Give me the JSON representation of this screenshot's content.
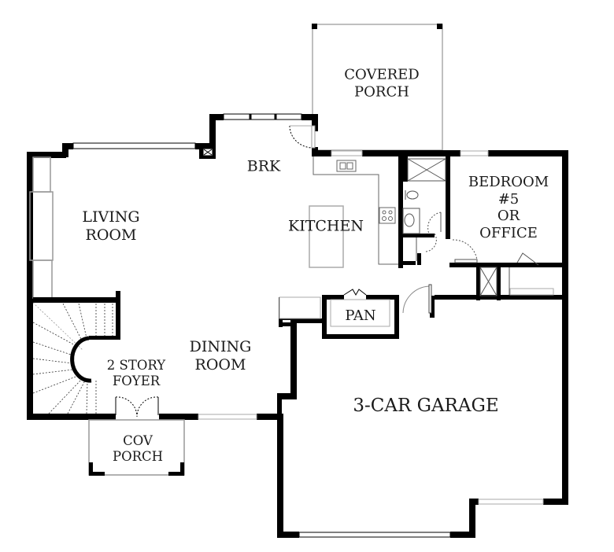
{
  "plan": {
    "type": "floor-plan",
    "level": "main floor",
    "wall_color": "#000000",
    "thin_line_color": "#9a9a9a",
    "background": "#ffffff"
  },
  "rooms": {
    "covered_porch": {
      "line1": "COVERED",
      "line2": "PORCH"
    },
    "brk": {
      "line1": "BRK"
    },
    "living_room": {
      "line1": "LIVING",
      "line2": "ROOM"
    },
    "kitchen": {
      "line1": "KITCHEN"
    },
    "bedroom5": {
      "line1": "BEDROOM",
      "line2": "#5",
      "line3": "OR",
      "line4": "OFFICE"
    },
    "pantry": {
      "line1": "PAN"
    },
    "dining_room": {
      "line1": "DINING",
      "line2": "ROOM"
    },
    "foyer": {
      "line1": "2 STORY",
      "line2": "FOYER"
    },
    "cov_porch": {
      "line1": "COV",
      "line2": "PORCH"
    },
    "garage": {
      "line1": "3-CAR GARAGE"
    }
  },
  "fixtures": [
    "kitchen-sink",
    "cooktop",
    "kitchen-island",
    "toilet",
    "bath-sink",
    "shower",
    "fireplace",
    "staircase",
    "closet",
    "refrigerator-space"
  ]
}
